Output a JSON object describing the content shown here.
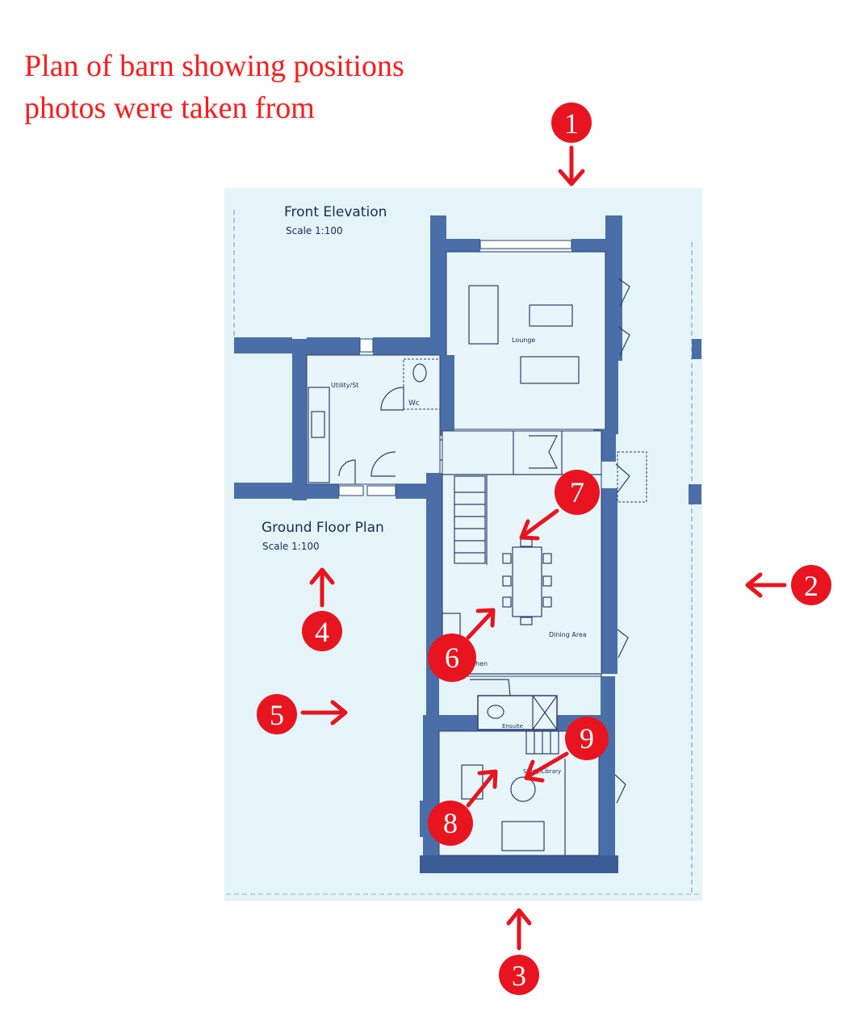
{
  "title": {
    "line1": "Plan of barn showing positions",
    "line2": "photos were taken from"
  },
  "drawing": {
    "elevation_title": "Front Elevation",
    "elevation_scale": "Scale 1:100",
    "plan_title": "Ground Floor Plan",
    "plan_scale": "Scale 1:100"
  },
  "rooms": {
    "lounge": "Lounge",
    "utility": "Utility/St",
    "wc": "Wc",
    "dining": "Dining Area",
    "kitchen": "Kitchen",
    "ensuite": "Ensuite",
    "study": "Study/Library"
  },
  "markers": [
    {
      "id": "1",
      "label": "1"
    },
    {
      "id": "2",
      "label": "2"
    },
    {
      "id": "3",
      "label": "3"
    },
    {
      "id": "4",
      "label": "4"
    },
    {
      "id": "5",
      "label": "5"
    },
    {
      "id": "6",
      "label": "6"
    },
    {
      "id": "7",
      "label": "7"
    },
    {
      "id": "8",
      "label": "8"
    },
    {
      "id": "9",
      "label": "9"
    }
  ],
  "colors": {
    "marker": "#e8141f",
    "title": "#ff1a1a",
    "paper": "#e4f4f8",
    "wall": "#4a6ea8"
  }
}
